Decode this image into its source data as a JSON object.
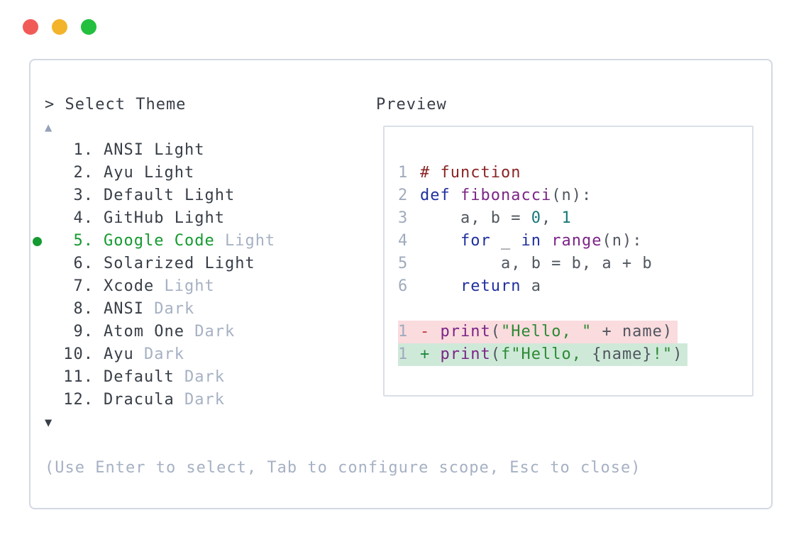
{
  "window": {
    "traffic_lights": [
      {
        "name": "traffic-light-red",
        "color": "#f15b57"
      },
      {
        "name": "traffic-light-yellow",
        "color": "#f3b32b"
      },
      {
        "name": "traffic-light-green",
        "color": "#23bf3f"
      }
    ]
  },
  "selector": {
    "prompt": "> Select Theme",
    "scroll_up_icon": "▲",
    "scroll_down_icon": "▼",
    "items": [
      {
        "num": "1",
        "name": "ANSI",
        "variant": "Light",
        "dim_variant": false,
        "selected": false
      },
      {
        "num": "2",
        "name": "Ayu",
        "variant": "Light",
        "dim_variant": false,
        "selected": false
      },
      {
        "num": "3",
        "name": "Default",
        "variant": "Light",
        "dim_variant": false,
        "selected": false
      },
      {
        "num": "4",
        "name": "GitHub",
        "variant": "Light",
        "dim_variant": false,
        "selected": false
      },
      {
        "num": "5",
        "name": "Google Code",
        "variant": "Light",
        "dim_variant": true,
        "selected": true
      },
      {
        "num": "6",
        "name": "Solarized",
        "variant": "Light",
        "dim_variant": false,
        "selected": false
      },
      {
        "num": "7",
        "name": "Xcode",
        "variant": "Light",
        "dim_variant": true,
        "selected": false
      },
      {
        "num": "8",
        "name": "ANSI",
        "variant": "Dark",
        "dim_variant": true,
        "selected": false
      },
      {
        "num": "9",
        "name": "Atom One",
        "variant": "Dark",
        "dim_variant": true,
        "selected": false
      },
      {
        "num": "10",
        "name": "Ayu",
        "variant": "Dark",
        "dim_variant": true,
        "selected": false
      },
      {
        "num": "11",
        "name": "Default",
        "variant": "Dark",
        "dim_variant": true,
        "selected": false
      },
      {
        "num": "12",
        "name": "Dracula",
        "variant": "Dark",
        "dim_variant": true,
        "selected": false
      }
    ],
    "hint": "(Use Enter to select, Tab to configure scope, Esc to close)"
  },
  "preview": {
    "title": "Preview",
    "lines": [
      {
        "num": "1",
        "diff": null,
        "tokens": [
          [
            "comment",
            "# function"
          ]
        ]
      },
      {
        "num": "2",
        "diff": null,
        "tokens": [
          [
            "kw",
            "def"
          ],
          [
            "plain",
            " "
          ],
          [
            "fn",
            "fibonacci"
          ],
          [
            "plain",
            "(n):"
          ]
        ]
      },
      {
        "num": "3",
        "diff": null,
        "tokens": [
          [
            "plain",
            "    a, b = "
          ],
          [
            "lit",
            "0"
          ],
          [
            "plain",
            ", "
          ],
          [
            "lit",
            "1"
          ]
        ]
      },
      {
        "num": "4",
        "diff": null,
        "tokens": [
          [
            "plain",
            "    "
          ],
          [
            "kw",
            "for"
          ],
          [
            "plain",
            " _ "
          ],
          [
            "kw",
            "in"
          ],
          [
            "plain",
            " "
          ],
          [
            "fn",
            "range"
          ],
          [
            "plain",
            "(n):"
          ]
        ]
      },
      {
        "num": "5",
        "diff": null,
        "tokens": [
          [
            "plain",
            "        a, b = b, a + b"
          ]
        ]
      },
      {
        "num": "6",
        "diff": null,
        "tokens": [
          [
            "plain",
            "    "
          ],
          [
            "kw",
            "return"
          ],
          [
            "plain",
            " a"
          ]
        ]
      },
      {
        "num": "",
        "diff": null,
        "tokens": []
      },
      {
        "num": "1",
        "diff": "del",
        "tokens": [
          [
            "del",
            "- "
          ],
          [
            "fn",
            "print"
          ],
          [
            "plain",
            "("
          ],
          [
            "str",
            "\"Hello, \""
          ],
          [
            "plain",
            " + name)"
          ]
        ]
      },
      {
        "num": "1",
        "diff": "add",
        "tokens": [
          [
            "add",
            "+ "
          ],
          [
            "fn",
            "print"
          ],
          [
            "plain",
            "("
          ],
          [
            "str",
            "f\"Hello, "
          ],
          [
            "plain",
            "{name}"
          ],
          [
            "str",
            "!\""
          ],
          [
            "plain",
            ")"
          ]
        ]
      }
    ]
  },
  "colors": {
    "traffic_red": "#f15b57",
    "traffic_yellow": "#f3b32b",
    "traffic_green": "#23bf3f",
    "text_dark": "#383e47",
    "text_dim": "#a6b1c3",
    "scroll_up": "#93a1b8",
    "accent_green": "#149a30",
    "panel_border": "#d3d9e2",
    "preview_border": "#dae0e8",
    "code_plain": "#51575f",
    "code_keyword": "#1f2f9e",
    "code_function": "#7b2486",
    "code_string": "#2c8a33",
    "code_number": "#17777a",
    "code_comment": "#8a2424",
    "code_linenum": "#9fabbd",
    "diff_del_bg": "#fadbde",
    "diff_add_bg": "#cfe9d9",
    "diff_del_fg": "#bf3540",
    "diff_add_fg": "#1e8a3c"
  }
}
